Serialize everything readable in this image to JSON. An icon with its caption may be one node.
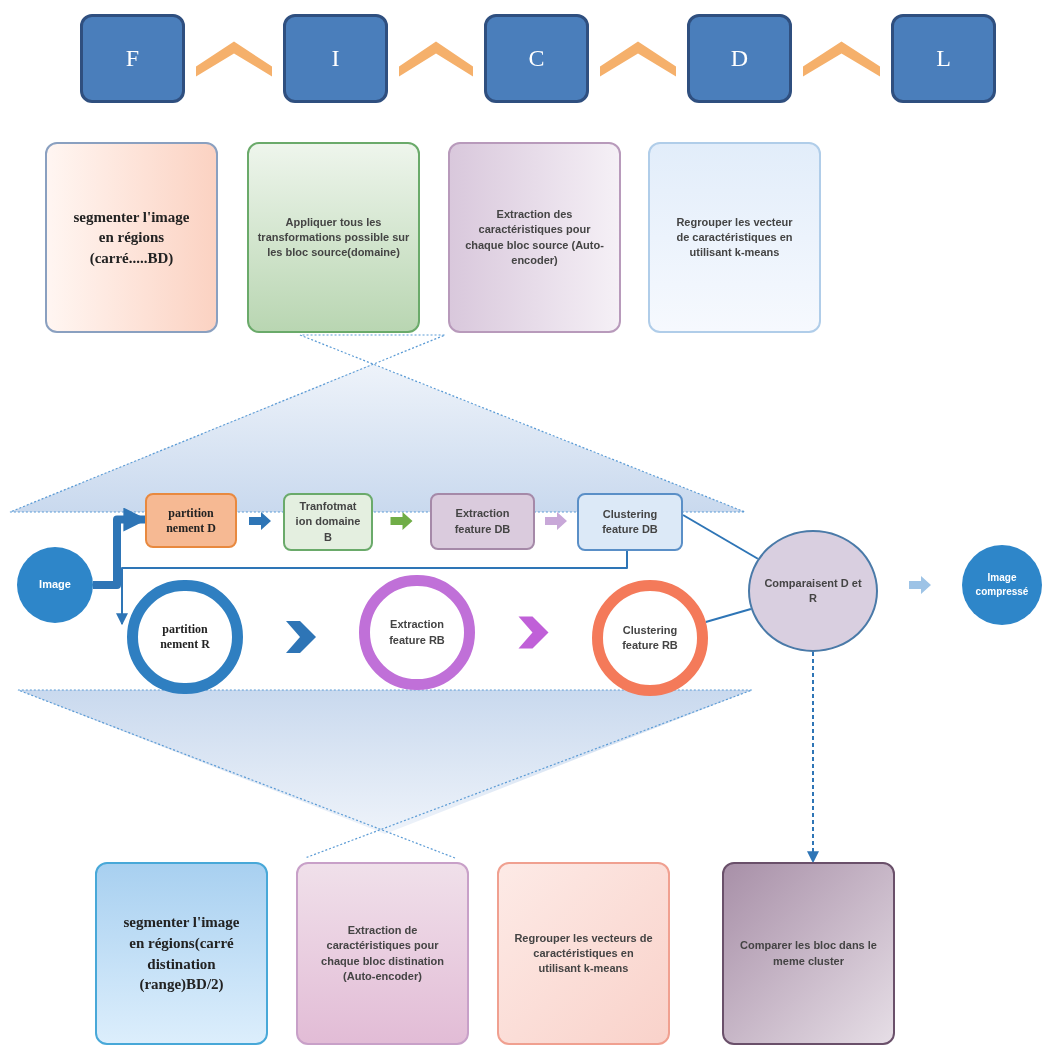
{
  "diagram": {
    "nodes": [
      {
        "text": [
          "F"
        ]
      },
      {
        "text": [
          "I"
        ]
      },
      {
        "text": [
          "C"
        ]
      },
      {
        "text": [
          "D"
        ]
      },
      {
        "text": [
          "L"
        ]
      },
      {
        "text": [
          "segmenter l'image en régions (carré.....BD)"
        ]
      },
      {
        "text": [
          "Appliquer tous les transformations possible sur les bloc source(domaine)"
        ]
      },
      {
        "text": [
          "Extraction des caractéristiques pour chaque bloc source (Auto-encoder)"
        ]
      },
      {
        "text": [
          "Regrouper les vecteur de caractéristiques en utilisant k-means"
        ]
      },
      {
        "text": [
          "Image"
        ]
      },
      {
        "text": [
          "partition nement D"
        ]
      },
      {
        "text": [
          "Tranfotmat ion domaine B"
        ]
      },
      {
        "text": [
          "Extraction feature DB"
        ]
      },
      {
        "text": [
          "Clustering feature DB"
        ]
      },
      {
        "text": [
          "partition nement R"
        ]
      },
      {
        "text": [
          "Extraction feature RB"
        ]
      },
      {
        "text": [
          "Clustering feature RB"
        ]
      },
      {
        "text": [
          "Comparaisent D et R"
        ]
      },
      {
        "text": [
          "Image compressé"
        ]
      },
      {
        "text": [
          "segmenter l'image en régions(carré distination (range)BD/2)"
        ]
      },
      {
        "text": [
          "Extraction de caractéristiques pour chaque bloc distination (Auto-encoder)"
        ]
      },
      {
        "text": [
          "Regrouper les vecteurs de caractéristiques en utilisant k-means"
        ]
      },
      {
        "text": [
          "Comparer les bloc dans le meme cluster"
        ]
      }
    ],
    "edges": [
      {
        "from": 0,
        "to": 1,
        "arrow": "none",
        "color": "#f5b06b"
      },
      {
        "from": 1,
        "to": 2,
        "arrow": "none",
        "color": "#f5b06b"
      },
      {
        "from": 2,
        "to": 3,
        "arrow": "none",
        "color": "#f5b06b"
      },
      {
        "from": 3,
        "to": 4,
        "arrow": "none",
        "color": "#f5b06b"
      },
      {
        "from": 9,
        "to": 10,
        "arrow": "to",
        "style": "thick"
      },
      {
        "from": 10,
        "to": 11,
        "arrow": "to"
      },
      {
        "from": 11,
        "to": 12,
        "arrow": "to",
        "color": "#70ad47"
      },
      {
        "from": 12,
        "to": 13,
        "arrow": "to",
        "color": "#c8a8d8"
      },
      {
        "from": 13,
        "to": 14,
        "arrow": "to"
      },
      {
        "from": 14,
        "to": 15,
        "arrow": "to"
      },
      {
        "from": 15,
        "to": 16,
        "arrow": "to",
        "color": "#c060d8"
      },
      {
        "from": 13,
        "to": 17,
        "arrow": "none"
      },
      {
        "from": 16,
        "to": 17,
        "arrow": "none"
      },
      {
        "from": 17,
        "to": 18,
        "arrow": "to",
        "color": "#9dc3e6"
      },
      {
        "from": 17,
        "to": 22,
        "arrow": "to",
        "style": "dashed"
      }
    ]
  }
}
